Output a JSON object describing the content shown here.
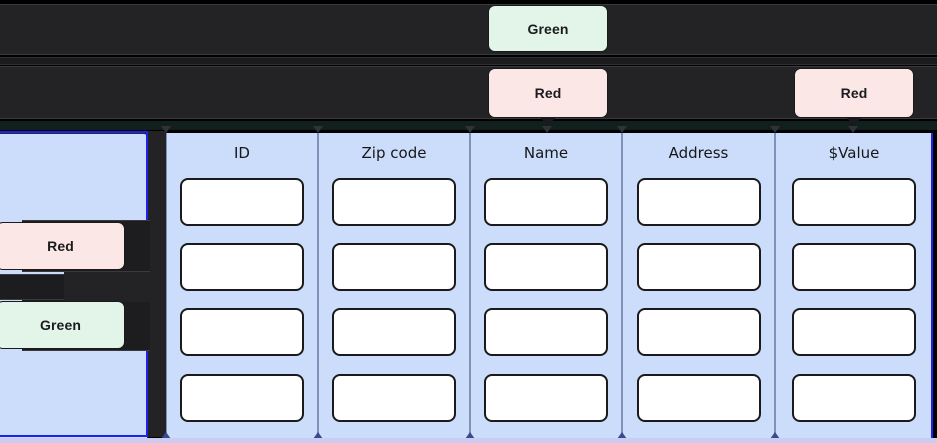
{
  "badges": {
    "green_label": "Green",
    "red_label": "Red",
    "colors": {
      "green_bg": "#e3f5e8",
      "red_bg": "#fbe8e6",
      "panel_bg": "#cbddfb",
      "dark_bar": "#232326",
      "accent_blue": "#2020ee",
      "cell_bg": "#ffffff",
      "outline": "#1a1a1d"
    }
  },
  "top_overlays": [
    {
      "name": "tooltip-green-top",
      "label": "Green",
      "tone": "green"
    },
    {
      "name": "tooltip-red-middle",
      "label": "Red",
      "tone": "red"
    },
    {
      "name": "tooltip-red-right",
      "label": "Red",
      "tone": "red"
    }
  ],
  "sidebar": {
    "badges": [
      {
        "name": "sidebar-badge-red",
        "label": "Red",
        "tone": "red"
      },
      {
        "name": "sidebar-badge-green",
        "label": "Green",
        "tone": "green"
      }
    ]
  },
  "table": {
    "columns": [
      {
        "key": "id",
        "header": "ID",
        "rows": [
          "",
          "",
          "",
          ""
        ]
      },
      {
        "key": "zip",
        "header": "Zip code",
        "rows": [
          "",
          "",
          "",
          ""
        ]
      },
      {
        "key": "name",
        "header": "Name",
        "rows": [
          "",
          "",
          "",
          ""
        ]
      },
      {
        "key": "address",
        "header": "Address",
        "rows": [
          "",
          "",
          "",
          ""
        ]
      },
      {
        "key": "value",
        "header": "$Value",
        "rows": [
          "",
          "",
          "",
          ""
        ]
      }
    ],
    "row_count": 4
  }
}
